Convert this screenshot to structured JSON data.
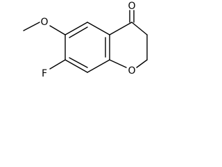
{
  "molecule": {
    "atoms": {
      "carbonyl_oxygen": "O",
      "methoxy_oxygen": "O",
      "ring_oxygen": "O",
      "fluorine": "F"
    }
  },
  "colors": {
    "bond": "#000000",
    "label": "#000000",
    "background": "#ffffff"
  }
}
